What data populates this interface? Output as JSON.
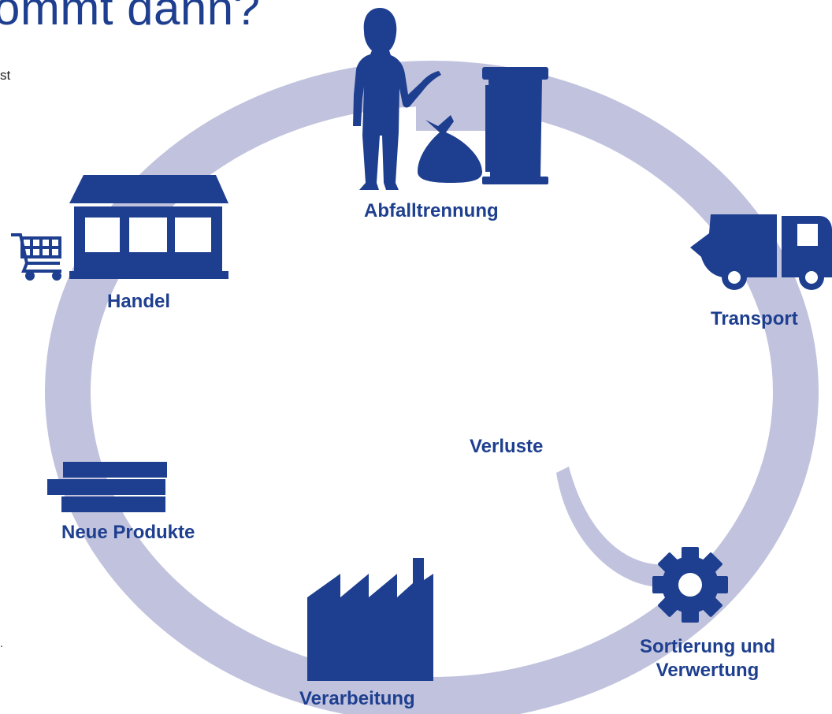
{
  "heading": "ommt dann?",
  "side_fragments": [
    "st",
    "."
  ],
  "stages": {
    "abfalltrennung": "Abfalltrennung",
    "transport": "Transport",
    "sortierung": "Sortierung und Verwertung",
    "verarbeitung": "Verarbeitung",
    "neue_produkte": "Neue Produkte",
    "handel": "Handel"
  },
  "losses_label": "Verluste",
  "colors": {
    "primary": "#1e3f8f",
    "ring": "#c1c3de",
    "text": "#222222"
  },
  "icons": [
    "person-icon",
    "garbage-bag-icon",
    "waste-bin-icon",
    "garbage-truck-icon",
    "gear-icon",
    "factory-icon",
    "product-stack-icon",
    "shop-icon",
    "shopping-cart-icon"
  ]
}
